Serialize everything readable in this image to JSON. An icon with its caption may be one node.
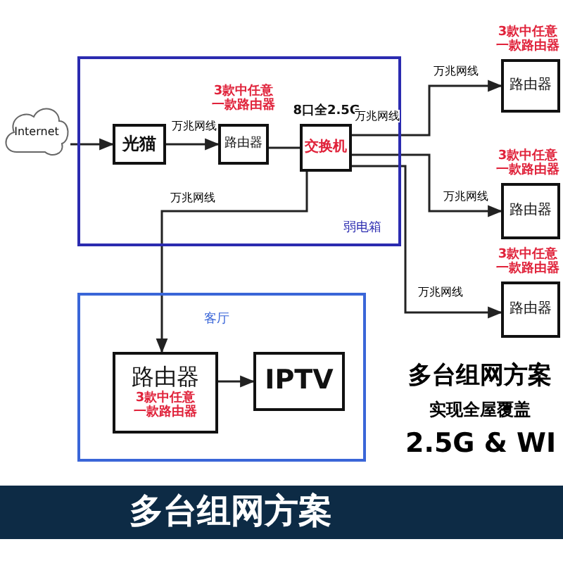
{
  "diagram": {
    "title": "多台组网方案",
    "nodes": [
      {
        "text": [
          "Internet"
        ]
      },
      {
        "text": [
          "弱电箱"
        ]
      },
      {
        "text": [
          "光猫"
        ],
        "in": 1
      },
      {
        "text": [
          "路由器"
        ],
        "in": 1,
        "beside": [
          "3款中任意一款路由器"
        ]
      },
      {
        "text": [
          "交换机"
        ],
        "in": 1,
        "beside": [
          "8口全2.5G"
        ]
      },
      {
        "text": [
          "路由器"
        ],
        "beside": [
          "3款中任意一款路由器"
        ]
      },
      {
        "text": [
          "路由器"
        ],
        "beside": [
          "3款中任意一款路由器"
        ]
      },
      {
        "text": [
          "路由器"
        ],
        "beside": [
          "3款中任意一款路由器"
        ]
      },
      {
        "text": [
          "客厅"
        ]
      },
      {
        "text": [
          "路由器",
          "3款中任意一款路由器"
        ],
        "in": 8
      },
      {
        "text": [
          "IPTV"
        ],
        "in": 8
      }
    ],
    "edges": [
      {
        "from": 0,
        "to": 2,
        "arrow": "to"
      },
      {
        "from": 2,
        "to": 3,
        "arrow": "to",
        "label": "万兆网线"
      },
      {
        "from": 3,
        "to": 4,
        "arrow": "none"
      },
      {
        "from": 4,
        "to": 5,
        "arrow": "to",
        "label": "万兆网线"
      },
      {
        "from": 4,
        "to": 6,
        "arrow": "to",
        "label": "万兆网线"
      },
      {
        "from": 4,
        "to": 7,
        "arrow": "to",
        "label": "万兆网线"
      },
      {
        "from": 4,
        "to": 9,
        "arrow": "to",
        "label": "万兆网线"
      },
      {
        "from": 9,
        "to": 10,
        "arrow": "to"
      }
    ],
    "labels": [
      "万兆网线",
      "多台组网方案",
      "实现全屋覆盖",
      "2.5G & WI"
    ]
  }
}
